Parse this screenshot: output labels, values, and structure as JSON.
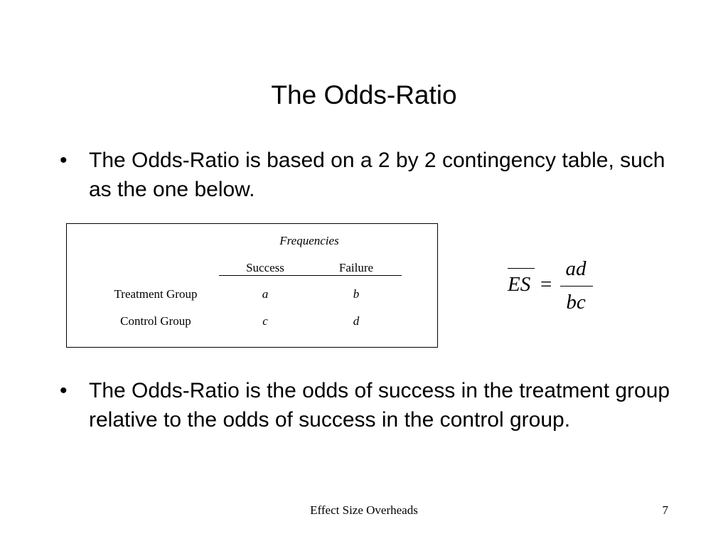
{
  "slide": {
    "title": "The Odds-Ratio",
    "bullets": [
      {
        "marker": "•",
        "text": "The Odds-Ratio is based on a 2 by 2 contingency table, such as the one below."
      },
      {
        "marker": "•",
        "text": "The Odds-Ratio is the odds of success in the treatment group relative to the odds of success in the control group."
      }
    ]
  },
  "contingency_table": {
    "group_header": "Frequencies",
    "columns": [
      "Success",
      "Failure"
    ],
    "rows": [
      {
        "label": "Treatment Group",
        "values": [
          "a",
          "b"
        ]
      },
      {
        "label": "Control Group",
        "values": [
          "c",
          "d"
        ]
      }
    ]
  },
  "formula": {
    "lhs": "ES",
    "equals": "=",
    "numerator": "ad",
    "denominator": "bc"
  },
  "footer": {
    "title": "Effect Size Overheads",
    "page_number": "7"
  }
}
